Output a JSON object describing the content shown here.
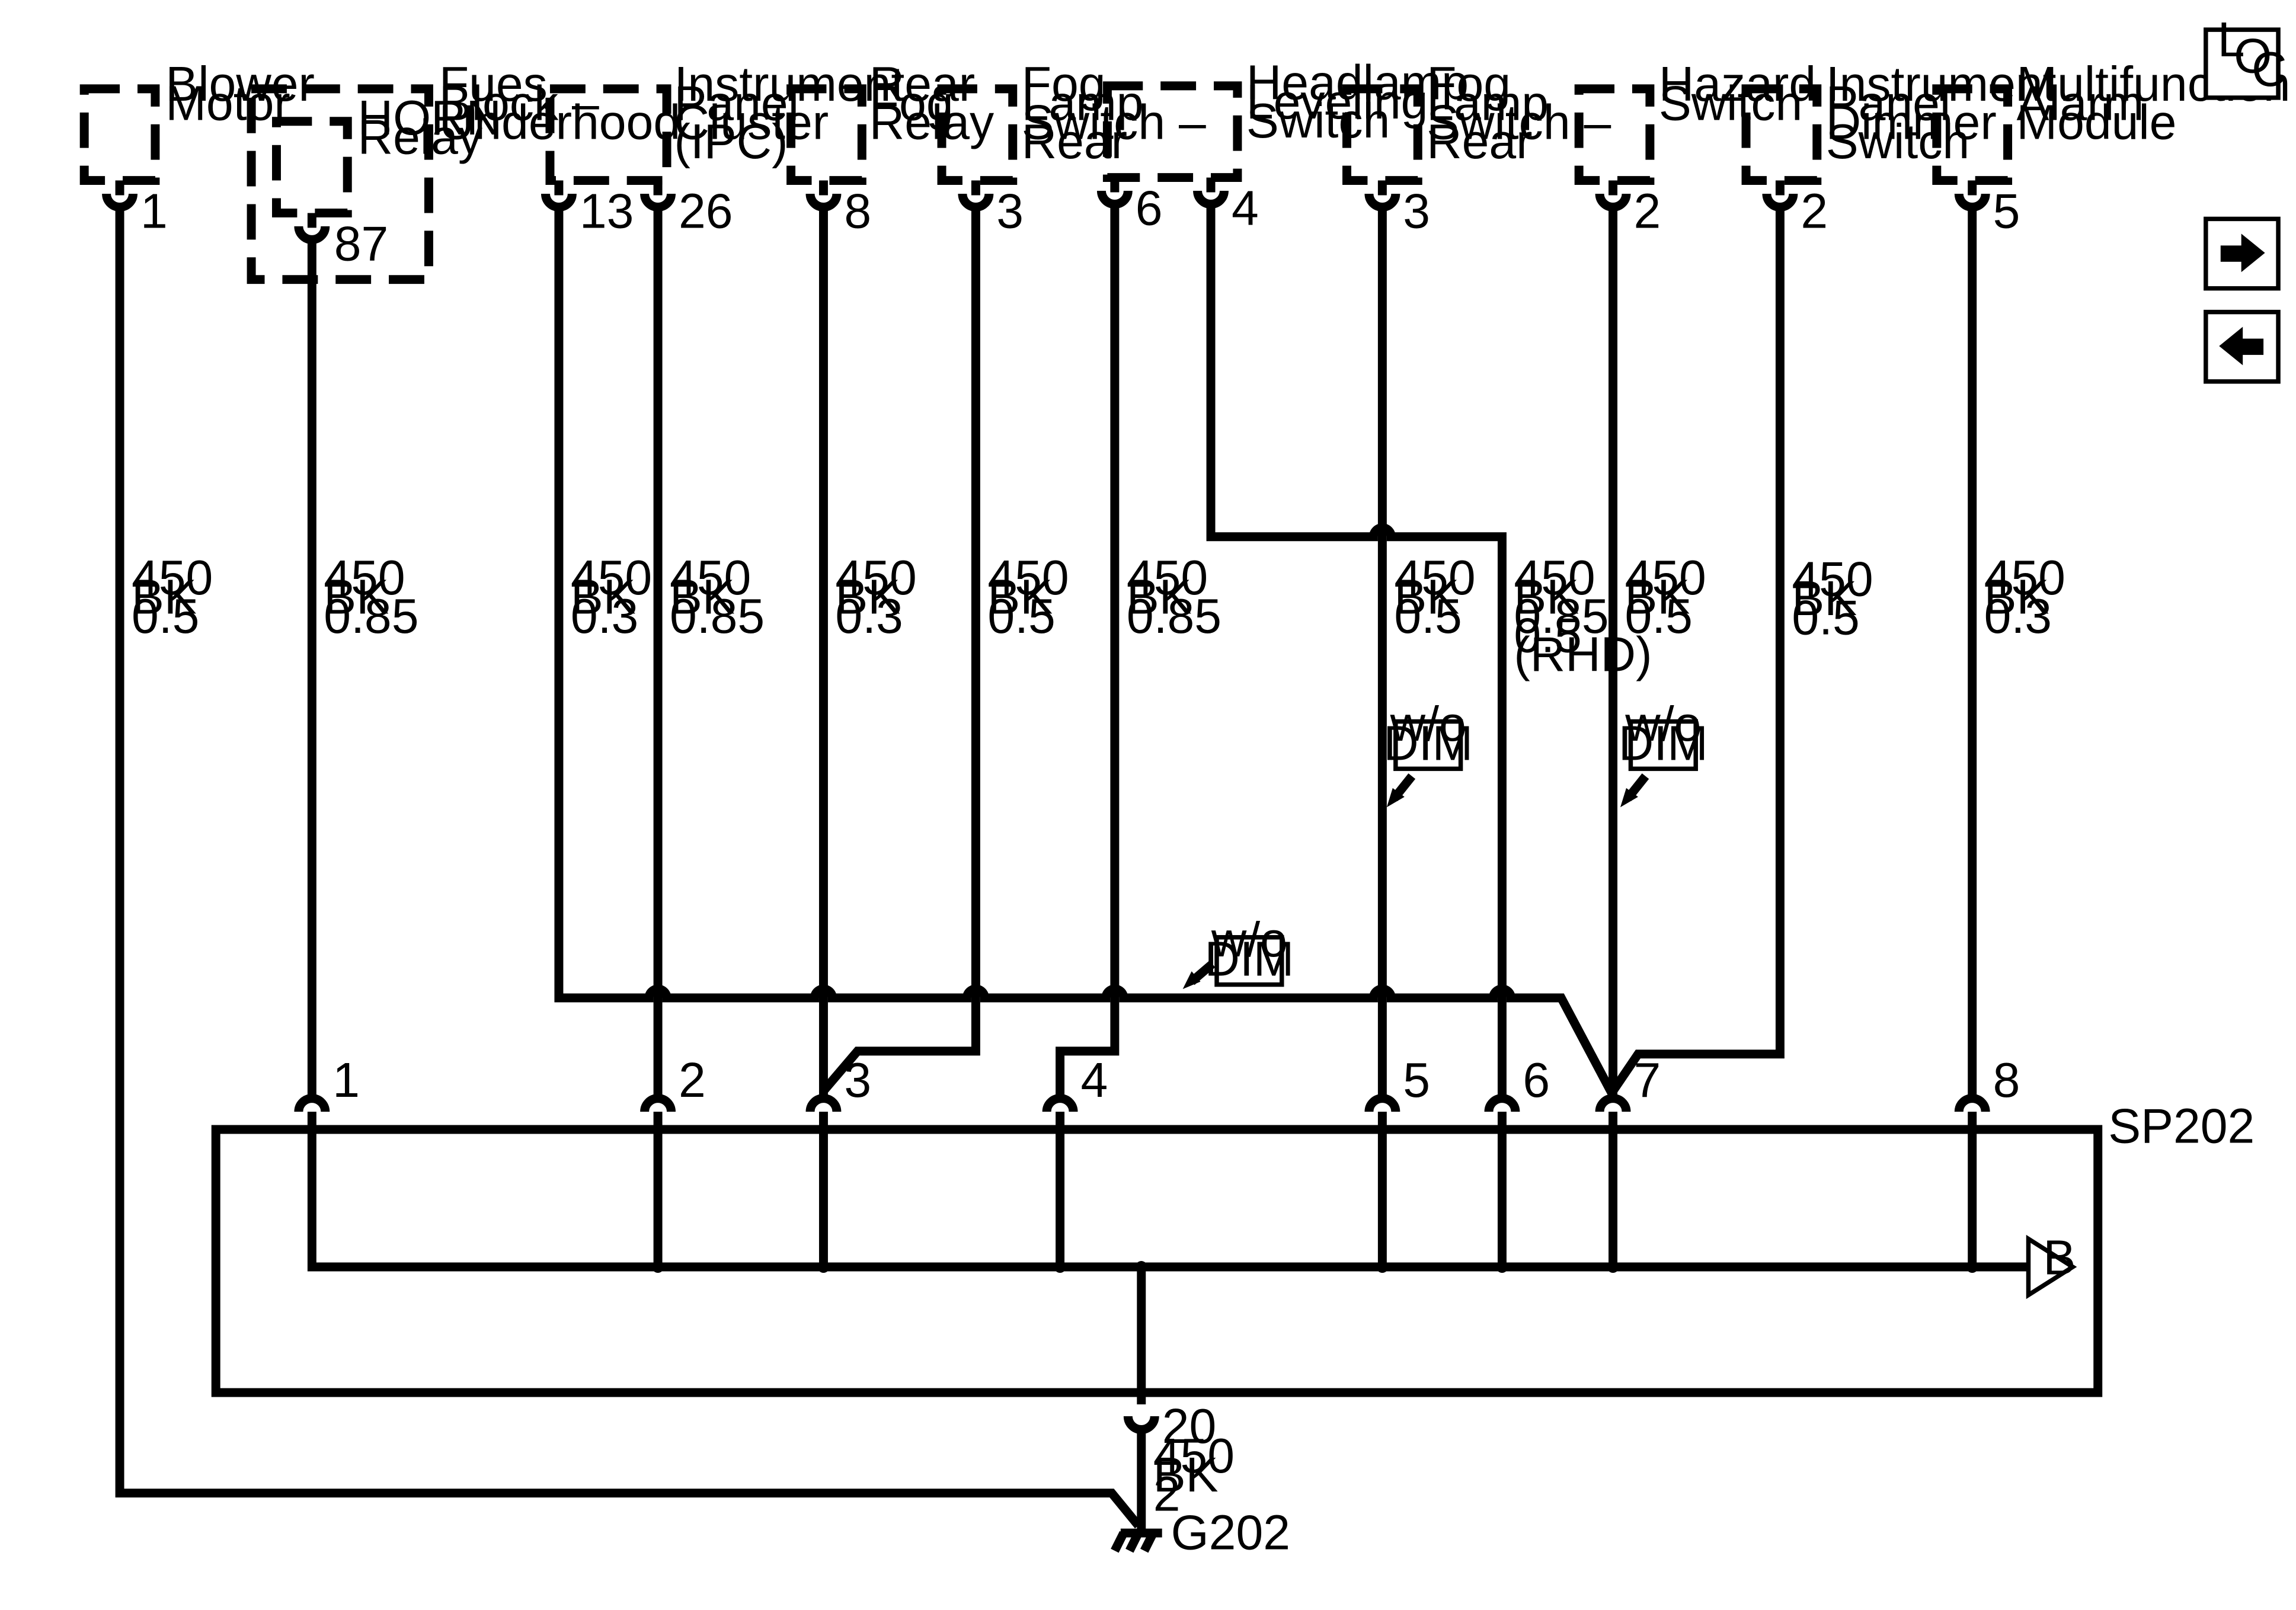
{
  "components": {
    "blower_motor": [
      "Blower",
      "Motor"
    ],
    "horn_relay": [
      "HORN",
      "Relay"
    ],
    "fuse_block": [
      "Fues",
      "Block –",
      "Underhood"
    ],
    "ipc": [
      "Instrument",
      "Panel",
      "Cluster",
      "(IPC)"
    ],
    "rear_fog_relay": [
      "Rear",
      "Fog",
      "Relay"
    ],
    "fog_switch_rear_1": [
      "Fog",
      "Lamp",
      "Switch –",
      "Rear"
    ],
    "headlamp_leveling": [
      "Headlamp",
      "Leveling",
      "Switch"
    ],
    "fog_switch_rear_2": [
      "Fog",
      "Lamp",
      "Switch –",
      "Rear"
    ],
    "hazard_switch": [
      "Hazard",
      "Switch"
    ],
    "ip_dimmer_switch": [
      "Instrument",
      "Panel",
      "Dimmer",
      "Switch"
    ],
    "alarm_module": [
      "Multifunction",
      "Alarm",
      "Module"
    ]
  },
  "pins": {
    "blower": "1",
    "horn": "87",
    "ipc_a": "13",
    "ipc_b": "26",
    "rear_fog": "8",
    "fog1": "3",
    "fog1_b": "6",
    "headlamp": "4",
    "fog2": "3",
    "hazard": "2",
    "dimmer": "2",
    "alarm": "5"
  },
  "wire_labels": {
    "w1": [
      "450",
      "BK",
      "0.5"
    ],
    "w2": [
      "450",
      "BK",
      "0.85"
    ],
    "w3": [
      "450",
      "BK",
      "0.3"
    ],
    "w4": [
      "450",
      "BK",
      "0.85"
    ],
    "w5": [
      "450",
      "BK",
      "0.3"
    ],
    "w6": [
      "450",
      "BK",
      "0.5"
    ],
    "w7": [
      "450",
      "BK",
      "0.85"
    ],
    "w8": [
      "450",
      "BK",
      "0.5"
    ],
    "w9": [
      "450",
      "BK",
      "0.85",
      "0.5",
      "(RHD)"
    ],
    "w10": [
      "450",
      "BK",
      "0.5"
    ],
    "w11": [
      "450",
      "BK",
      "0.5"
    ],
    "w12": [
      "450",
      "BK",
      "0.3"
    ],
    "ground": [
      "450",
      "BK",
      "2"
    ]
  },
  "options": {
    "wo_dim_1": [
      "w/o",
      "DIM"
    ],
    "wo_dim_2": [
      "w/o",
      "DIM"
    ],
    "wo_dim_3": [
      "w/o",
      "DIM"
    ]
  },
  "splice": {
    "name": "SP202",
    "pins": [
      "1",
      "2",
      "3",
      "4",
      "5",
      "6",
      "7",
      "8"
    ],
    "ground_pin": "20",
    "continuation": "B"
  },
  "ground": {
    "name": "G202"
  },
  "nav": {
    "loc": [
      "L",
      "O",
      "C"
    ],
    "forward_icon": "arrow-right-icon",
    "back_icon": "arrow-left-icon"
  }
}
